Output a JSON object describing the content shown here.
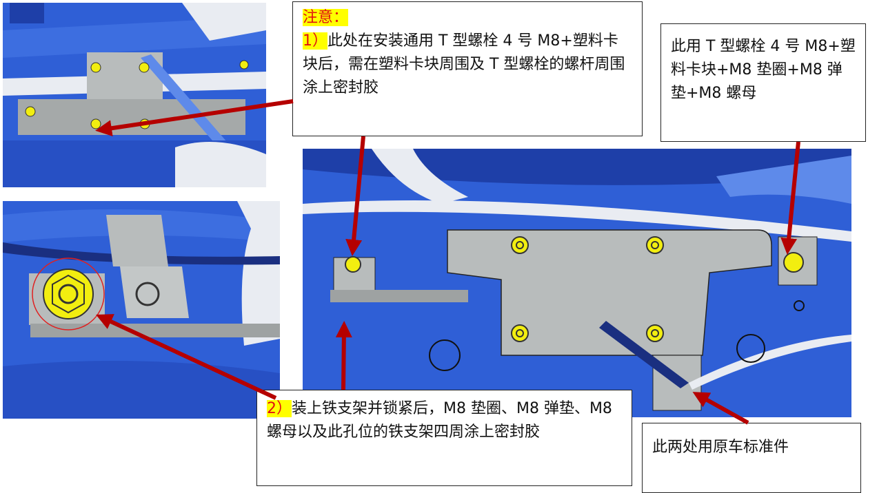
{
  "callouts": {
    "top": {
      "heading": "注意：",
      "num": "1）",
      "text": "此处在安装通用 T 型螺栓 4 号 M8+塑料卡块后，需在塑料卡块周围及 T 型螺栓的螺杆周围涂上密封胶"
    },
    "right": {
      "text": "此用 T 型螺栓 4 号 M8+塑料卡块+M8 垫圈+M8 弹垫+M8 螺母"
    },
    "bottom": {
      "num": "2）",
      "text": "装上铁支架并锁紧后，M8 垫圈、M8 弹垫、M8 螺母以及此孔位的铁支架四周涂上密封胶"
    },
    "bottom_right": {
      "text": "此两处用原车标准件"
    }
  },
  "colors": {
    "body_blue": "#2f5fd6",
    "bracket_gray": "#b8bcbc",
    "bolt_yellow": "#f2ee10",
    "arrow_red": "#b50000",
    "highlight": "#ffff00"
  }
}
